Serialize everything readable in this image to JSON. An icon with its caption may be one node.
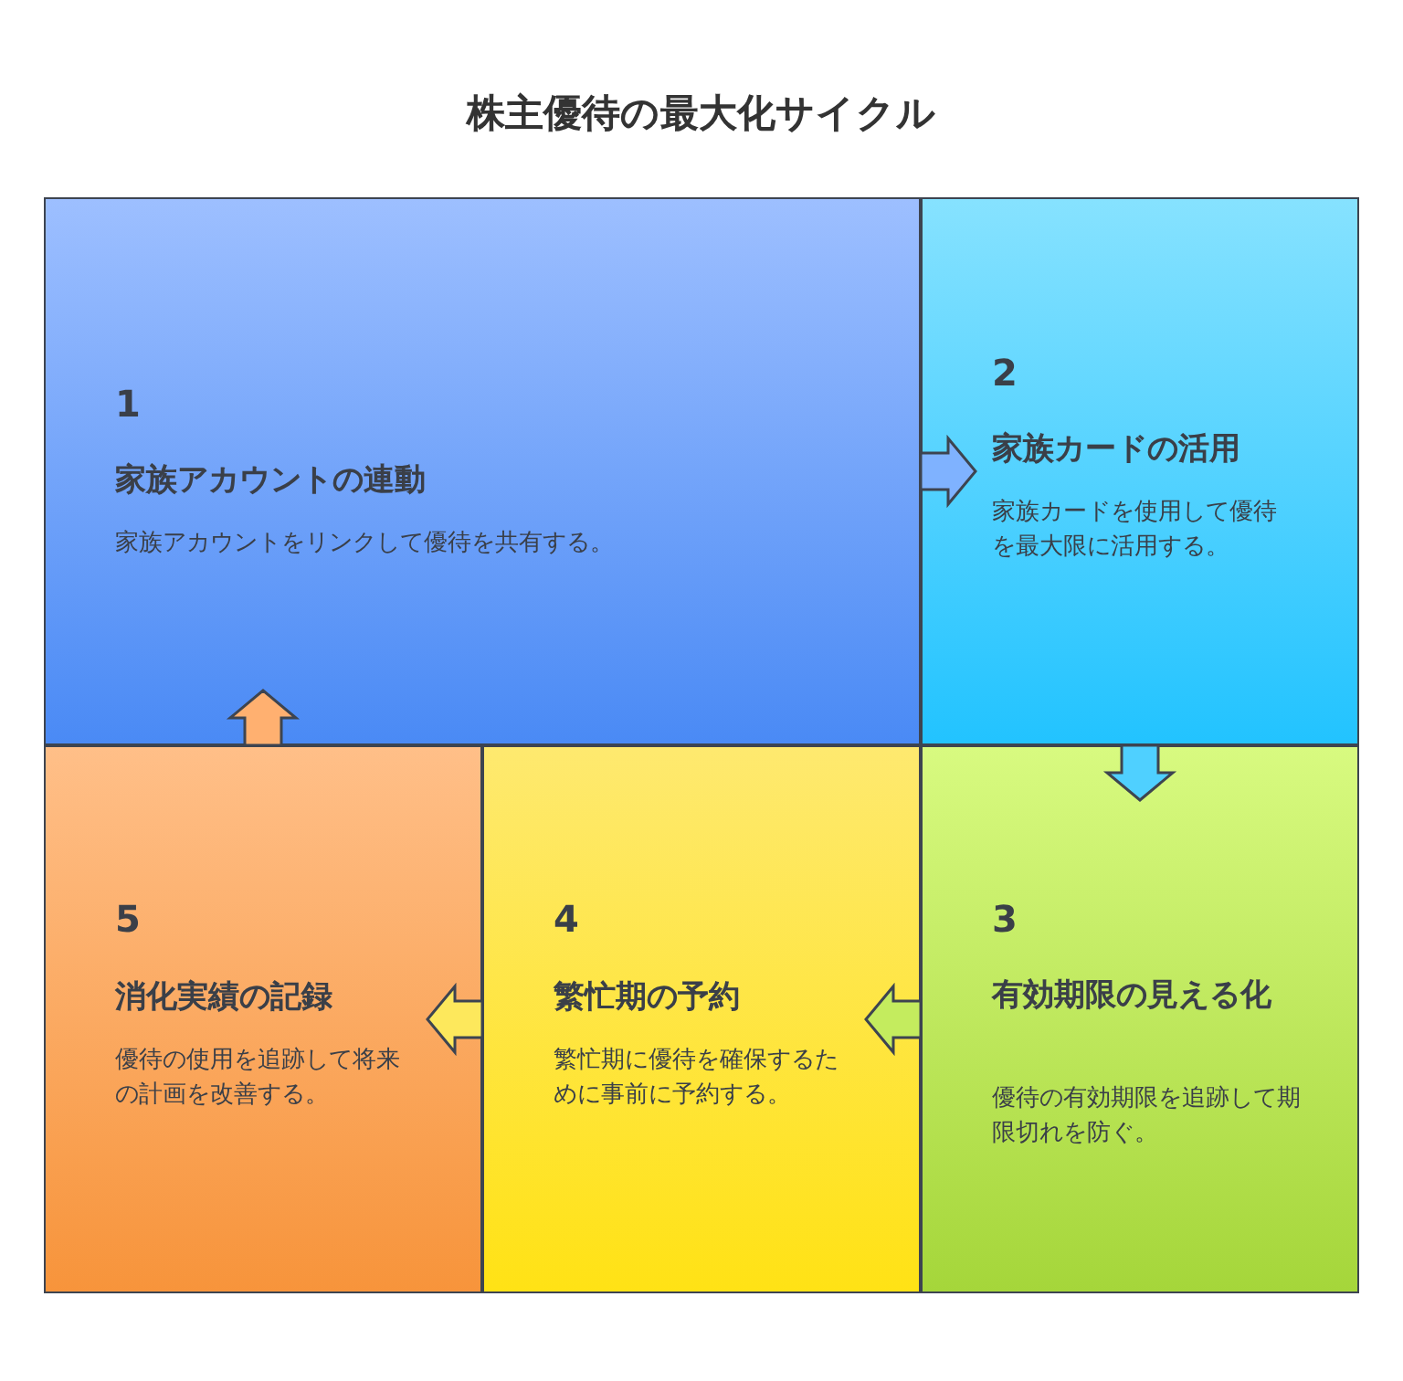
{
  "diagram": {
    "title": "株主優待の最大化サイクル",
    "nodes": [
      {
        "text": [
          "1",
          "家族アカウントの連動",
          "家族アカウントをリンクして優待を共有する。"
        ]
      },
      {
        "text": [
          "2",
          "家族カードの活用",
          "家族カードを使用して優待を最大限に活用する。"
        ]
      },
      {
        "text": [
          "3",
          "有効期限の見える化",
          "優待の有効期限を追跡して期限切れを防ぐ。"
        ]
      },
      {
        "text": [
          "4",
          "繁忙期の予約",
          "繁忙期に優待を確保するために事前に予約する。"
        ]
      },
      {
        "text": [
          "5",
          "消化実績の記録",
          "優待の使用を追跡して将来の計画を改善する。"
        ]
      }
    ],
    "edges": [
      {
        "from": 0,
        "to": 1,
        "arrow": "to"
      },
      {
        "from": 1,
        "to": 2,
        "arrow": "to"
      },
      {
        "from": 2,
        "to": 3,
        "arrow": "to"
      },
      {
        "from": 3,
        "to": 4,
        "arrow": "to"
      },
      {
        "from": 4,
        "to": 0,
        "arrow": "to"
      }
    ]
  }
}
